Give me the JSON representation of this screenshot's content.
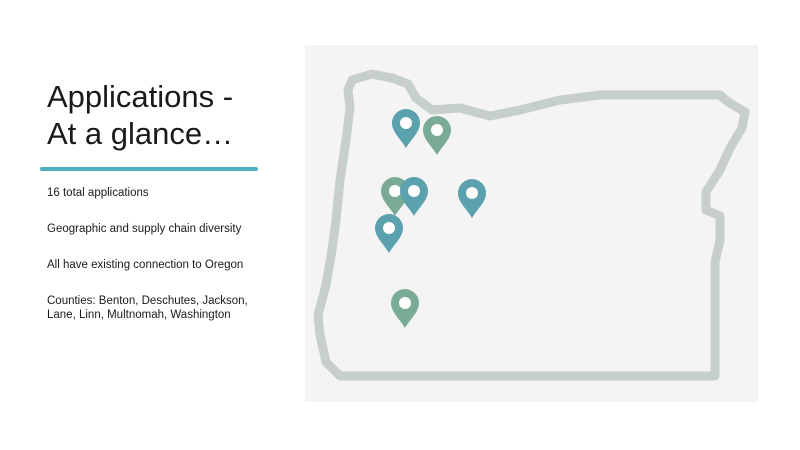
{
  "slide": {
    "title_line1": "Applications  -",
    "title_line2": "At a glance…",
    "bullets": [
      "16 total applications",
      "Geographic and supply chain diversity",
      "All have existing connection to Oregon",
      "Counties: Benton, Deschutes, Jackson, Lane, Linn, Multnomah, Washington"
    ]
  },
  "map": {
    "region": "Oregon",
    "colors": {
      "outline": "#c7cfca",
      "pin_teal": "#5ba2ae",
      "pin_green": "#7aac95",
      "accent": "#4fb0bf"
    },
    "pin_count": 7
  }
}
